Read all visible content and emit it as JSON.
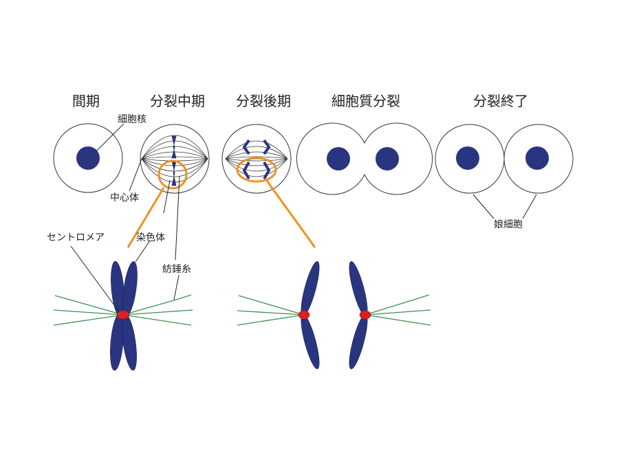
{
  "titles": {
    "interphase": "間期",
    "metaphase": "分裂中期",
    "anaphase": "分裂後期",
    "cytokinesis": "細胞質分裂",
    "telophase": "分裂終了"
  },
  "labels": {
    "nucleus": "細胞核",
    "centrosome": "中心体",
    "centromere": "セントロメア",
    "chromosome": "染色体",
    "spindle": "紡錘糸",
    "daughter_cells": "娘細胞"
  },
  "colors": {
    "chromosome": "#2a3580",
    "highlight": "#f0901e",
    "spindle_fiber": "#3a9050",
    "centromere": "#e02020"
  }
}
